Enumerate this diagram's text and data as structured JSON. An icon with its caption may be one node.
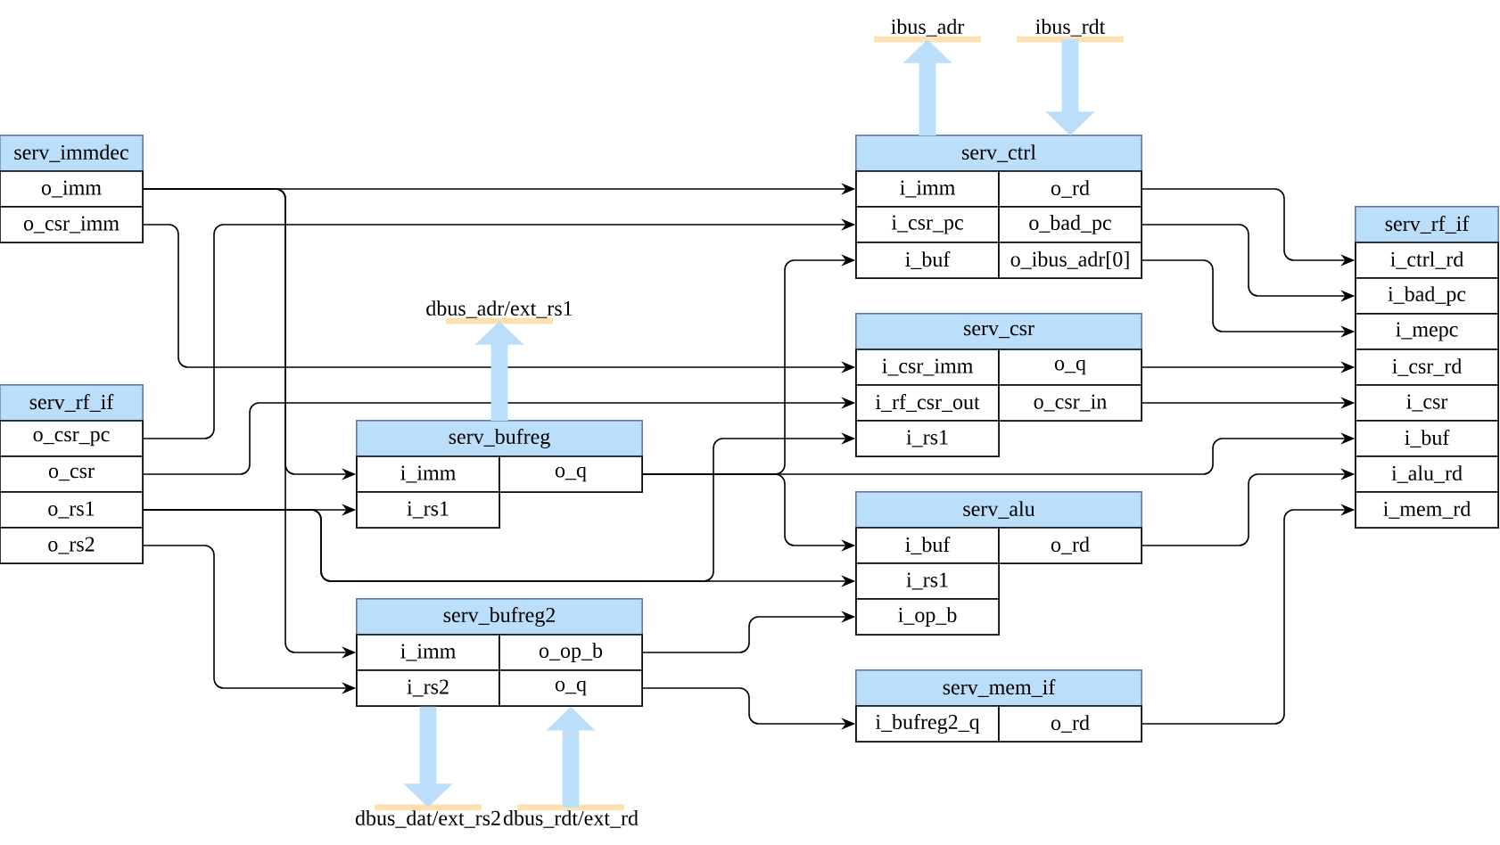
{
  "diagram": {
    "nodes": [
      {
        "text": [
          "serv_immdec"
        ]
      },
      {
        "text": [
          "o_imm"
        ],
        "in": 0
      },
      {
        "text": [
          "o_csr_imm"
        ],
        "in": 0
      },
      {
        "text": [
          "serv_rf_if"
        ]
      },
      {
        "text": [
          "o_csr_pc"
        ],
        "in": 3
      },
      {
        "text": [
          "o_csr"
        ],
        "in": 3
      },
      {
        "text": [
          "o_rs1"
        ],
        "in": 3
      },
      {
        "text": [
          "o_rs2"
        ],
        "in": 3
      },
      {
        "text": [
          "serv_bufreg"
        ]
      },
      {
        "text": [
          "i_imm"
        ],
        "in": 8
      },
      {
        "text": [
          "o_q"
        ],
        "in": 8
      },
      {
        "text": [
          "i_rs1"
        ],
        "in": 8
      },
      {
        "text": [
          "serv_bufreg2"
        ]
      },
      {
        "text": [
          "i_imm"
        ],
        "in": 12
      },
      {
        "text": [
          "o_op_b"
        ],
        "in": 12
      },
      {
        "text": [
          "i_rs2"
        ],
        "in": 12
      },
      {
        "text": [
          "o_q"
        ],
        "in": 12
      },
      {
        "text": [
          "serv_ctrl"
        ]
      },
      {
        "text": [
          "i_imm"
        ],
        "in": 17
      },
      {
        "text": [
          "o_rd"
        ],
        "in": 17
      },
      {
        "text": [
          "i_csr_pc"
        ],
        "in": 17
      },
      {
        "text": [
          "o_bad_pc"
        ],
        "in": 17
      },
      {
        "text": [
          "i_buf"
        ],
        "in": 17
      },
      {
        "text": [
          "o_ibus_adr[0]"
        ],
        "in": 17
      },
      {
        "text": [
          "serv_csr"
        ]
      },
      {
        "text": [
          "i_csr_imm"
        ],
        "in": 24
      },
      {
        "text": [
          "o_q"
        ],
        "in": 24
      },
      {
        "text": [
          "i_rf_csr_out"
        ],
        "in": 24
      },
      {
        "text": [
          "o_csr_in"
        ],
        "in": 24
      },
      {
        "text": [
          "i_rs1"
        ],
        "in": 24
      },
      {
        "text": [
          "serv_alu"
        ]
      },
      {
        "text": [
          "i_buf"
        ],
        "in": 30
      },
      {
        "text": [
          "o_rd"
        ],
        "in": 30
      },
      {
        "text": [
          "i_rs1"
        ],
        "in": 30
      },
      {
        "text": [
          "i_op_b"
        ],
        "in": 30
      },
      {
        "text": [
          "serv_mem_if"
        ]
      },
      {
        "text": [
          "i_bufreg2_q"
        ],
        "in": 35
      },
      {
        "text": [
          "o_rd"
        ],
        "in": 35
      },
      {
        "text": [
          "serv_rf_if"
        ]
      },
      {
        "text": [
          "i_ctrl_rd"
        ],
        "in": 38
      },
      {
        "text": [
          "i_bad_pc"
        ],
        "in": 38
      },
      {
        "text": [
          "i_mepc"
        ],
        "in": 38
      },
      {
        "text": [
          "i_csr_rd"
        ],
        "in": 38
      },
      {
        "text": [
          "i_csr"
        ],
        "in": 38
      },
      {
        "text": [
          "i_buf"
        ],
        "in": 38
      },
      {
        "text": [
          "i_alu_rd"
        ],
        "in": 38
      },
      {
        "text": [
          "i_mem_rd"
        ],
        "in": 38
      },
      {
        "text": [
          "ibus_adr"
        ]
      },
      {
        "text": [
          "ibus_rdt"
        ]
      },
      {
        "text": [
          "dbus_adr/ext_rs1"
        ]
      },
      {
        "text": [
          "dbus_dat/ext_rs2"
        ]
      },
      {
        "text": [
          "dbus_rdt/ext_rd"
        ]
      }
    ],
    "edges": [
      {
        "from": 1,
        "to": 18,
        "arrow": "to"
      },
      {
        "from": 1,
        "to": 9,
        "arrow": "to"
      },
      {
        "from": 1,
        "to": 13,
        "arrow": "to"
      },
      {
        "from": 2,
        "to": 25,
        "arrow": "to"
      },
      {
        "from": 4,
        "to": 20,
        "arrow": "to"
      },
      {
        "from": 5,
        "to": 27,
        "arrow": "to"
      },
      {
        "from": 6,
        "to": 11,
        "arrow": "to"
      },
      {
        "from": 6,
        "to": 33,
        "arrow": "to"
      },
      {
        "from": 6,
        "to": 29,
        "arrow": "to"
      },
      {
        "from": 7,
        "to": 15,
        "arrow": "to"
      },
      {
        "from": 10,
        "to": 22,
        "arrow": "to"
      },
      {
        "from": 10,
        "to": 31,
        "arrow": "to"
      },
      {
        "from": 10,
        "to": 44,
        "arrow": "to"
      },
      {
        "from": 19,
        "to": 39,
        "arrow": "to"
      },
      {
        "from": 21,
        "to": 40,
        "arrow": "to"
      },
      {
        "from": 23,
        "to": 41,
        "arrow": "to"
      },
      {
        "from": 26,
        "to": 42,
        "arrow": "to"
      },
      {
        "from": 28,
        "to": 43,
        "arrow": "to"
      },
      {
        "from": 32,
        "to": 45,
        "arrow": "to"
      },
      {
        "from": 37,
        "to": 46,
        "arrow": "to"
      },
      {
        "from": 14,
        "to": 34,
        "arrow": "to"
      },
      {
        "from": 16,
        "to": 36,
        "arrow": "to"
      },
      {
        "from": 17,
        "to": 47,
        "arrow": "to",
        "style": "thick",
        "color": "#bbdefb"
      },
      {
        "from": 48,
        "to": 17,
        "arrow": "to",
        "style": "thick",
        "color": "#bbdefb"
      },
      {
        "from": 8,
        "to": 49,
        "arrow": "to",
        "style": "thick",
        "color": "#bbdefb"
      },
      {
        "from": 15,
        "to": 50,
        "arrow": "to",
        "style": "thick",
        "color": "#bbdefb"
      },
      {
        "from": 51,
        "to": 16,
        "arrow": "to",
        "style": "thick",
        "color": "#bbdefb"
      }
    ]
  }
}
